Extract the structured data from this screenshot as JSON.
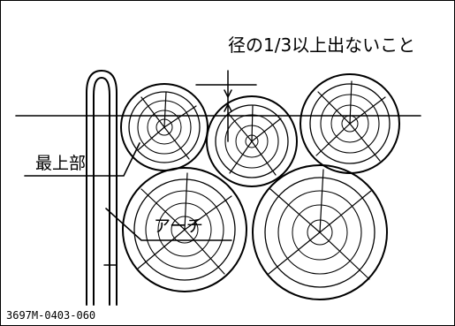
{
  "annotation": "径の1/3以上出ないこと",
  "labels": {
    "top": "最上部",
    "arch": "アーチ"
  },
  "figure_code": "3697M-0403-060"
}
